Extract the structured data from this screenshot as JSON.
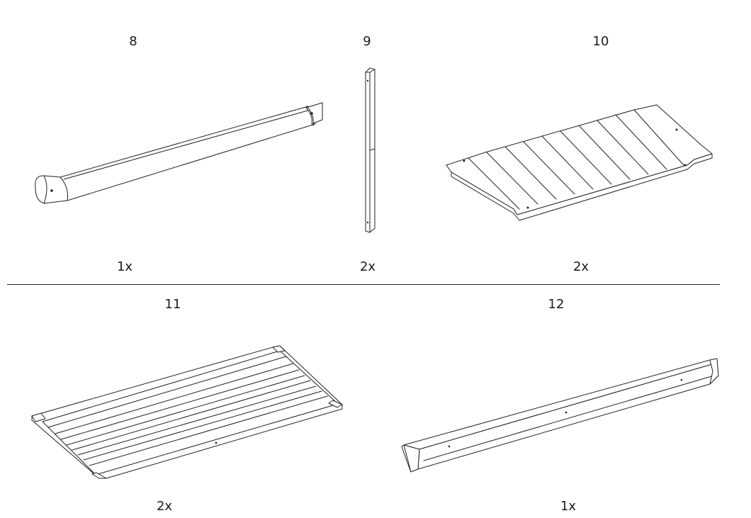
{
  "parts": [
    {
      "number": "8",
      "quantity": "1x",
      "icon": "round-rail-drawing"
    },
    {
      "number": "9",
      "quantity": "2x",
      "icon": "post-drawing"
    },
    {
      "number": "10",
      "quantity": "2x",
      "icon": "slatted-panel-drawing"
    },
    {
      "number": "11",
      "quantity": "2x",
      "icon": "framed-slat-panel-drawing"
    },
    {
      "number": "12",
      "quantity": "1x",
      "icon": "angled-rail-drawing"
    }
  ]
}
